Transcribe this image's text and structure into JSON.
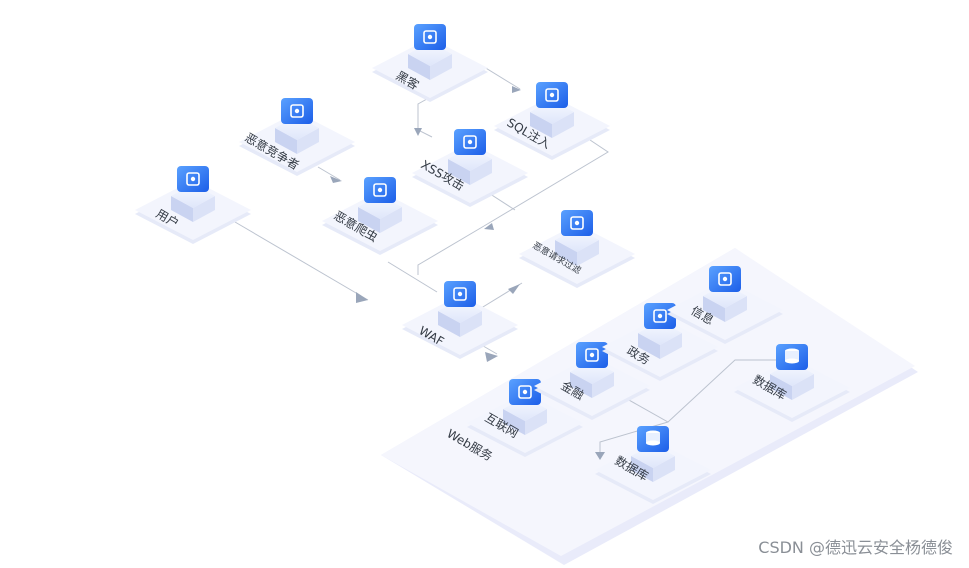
{
  "diagram": {
    "nodes": {
      "hacker": "黑客",
      "sql": "SQL注入",
      "xss": "XSS攻击",
      "competitor": "恶意竞争者",
      "crawler": "恶意爬虫",
      "user": "用户",
      "filter": "恶意请求过滤",
      "waf": "WAF",
      "internet": "互联网",
      "finance": "金融",
      "gov": "政务",
      "info": "信息",
      "web": "Web服务",
      "db1": "数据库",
      "db2": "数据库"
    }
  },
  "watermark": "CSDN @德迅云安全杨德俊",
  "colors": {
    "accent": "#2f6cf5",
    "tile": "#eef1fb",
    "platform": "#f4f5fc",
    "line": "#b9c0cc"
  }
}
